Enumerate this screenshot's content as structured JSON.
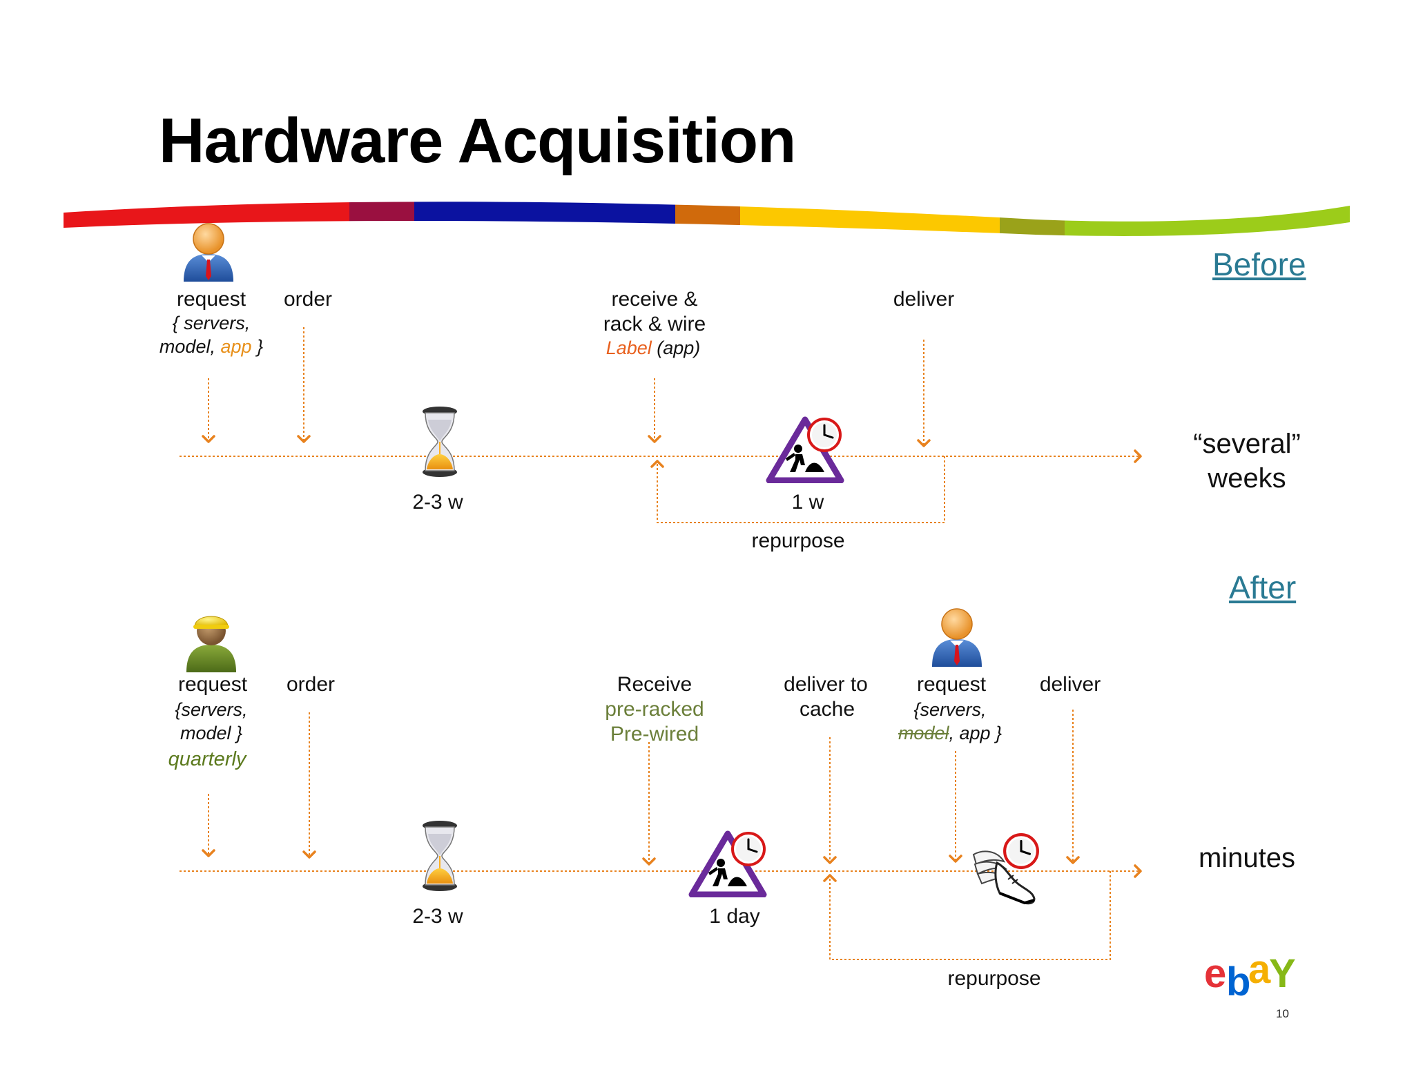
{
  "title": "Hardware Acquisition",
  "before": {
    "heading": "Before",
    "request_label": "request",
    "request_detail_1": "{ servers,",
    "request_detail_2a": "model, ",
    "request_detail_2b": "app",
    "request_detail_2c": " }",
    "order_label": "order",
    "receive_1": "receive &",
    "receive_2": "rack & wire",
    "receive_3a": "Label",
    "receive_3b": " (app)",
    "deliver_label": "deliver",
    "duration_1": "2-3 w",
    "duration_2": "1 w",
    "repurpose_label": "repurpose",
    "result_1": "“several”",
    "result_2": "weeks"
  },
  "after": {
    "heading": "After",
    "request_label": "request",
    "request_detail_1": "{servers,",
    "request_detail_2": "model }",
    "request_note": "quarterly",
    "order_label": "order",
    "receive_1": "Receive",
    "receive_2": "pre-racked",
    "receive_3": "Pre-wired",
    "deliver_cache_1": "deliver to",
    "deliver_cache_2": "cache",
    "request2_label": "request",
    "request2_detail_1": "{servers,",
    "request2_detail_2a": "model",
    "request2_detail_2b": ", app }",
    "deliver_label": "deliver",
    "duration_1": "2-3 w",
    "duration_2": "1 day",
    "repurpose_label": "repurpose",
    "result": "minutes"
  },
  "logo_text": "ebaY",
  "page_number": "10",
  "colors": {
    "arrow": "#e8821e",
    "title_underline": "#2a7a93",
    "band": [
      "#e8161a",
      "#9a1040",
      "#0b12a0",
      "#d06a0c",
      "#fcc800",
      "#9aa21a",
      "#9ccc1a"
    ]
  },
  "icons": [
    "user-icon",
    "worker-user-icon",
    "hourglass-icon",
    "construction-sign-icon",
    "clock-icon",
    "winged-shoe-icon",
    "ebay-logo"
  ]
}
